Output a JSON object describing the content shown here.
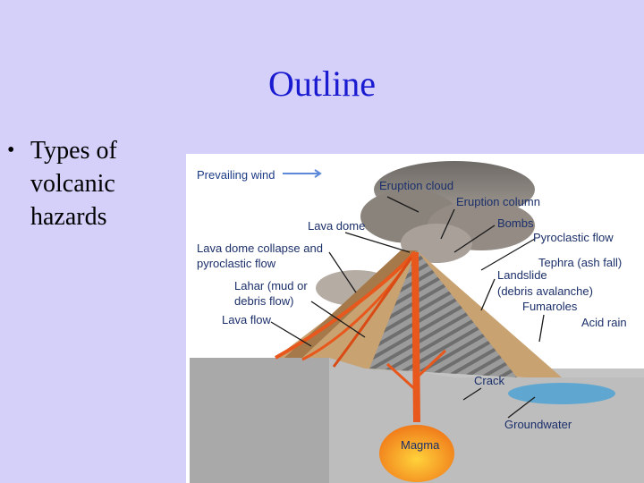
{
  "slide": {
    "title": "Outline",
    "bullets": [
      "Types of volcanic hazards"
    ]
  },
  "diagram": {
    "labels": {
      "prevailing_wind": "Prevailing wind",
      "eruption_cloud": "Eruption cloud",
      "eruption_column": "Eruption column",
      "lava_dome": "Lava dome",
      "bombs": "Bombs",
      "pyroclastic_flow": "Pyroclastic flow",
      "lava_dome_collapse_1": "Lava dome collapse and",
      "lava_dome_collapse_2": "pyroclastic flow",
      "tephra": "Tephra (ash fall)",
      "landslide_1": "Landslide",
      "landslide_2": "(debris avalanche)",
      "lahar_1": "Lahar (mud or",
      "lahar_2": "debris flow)",
      "fumaroles": "Fumaroles",
      "acid_rain": "Acid rain",
      "lava_flow": "Lava flow",
      "crack": "Crack",
      "groundwater": "Groundwater",
      "magma": "Magma"
    },
    "colors": {
      "sky": "#ffffff",
      "ground": "#b9b9b9",
      "cone_gray": "#8e8e8e",
      "cone_tan": "#c9a272",
      "lava": "#e8571b",
      "magma": "#f5a623",
      "water": "#5fa7d0",
      "label": "#1b3a86"
    }
  }
}
